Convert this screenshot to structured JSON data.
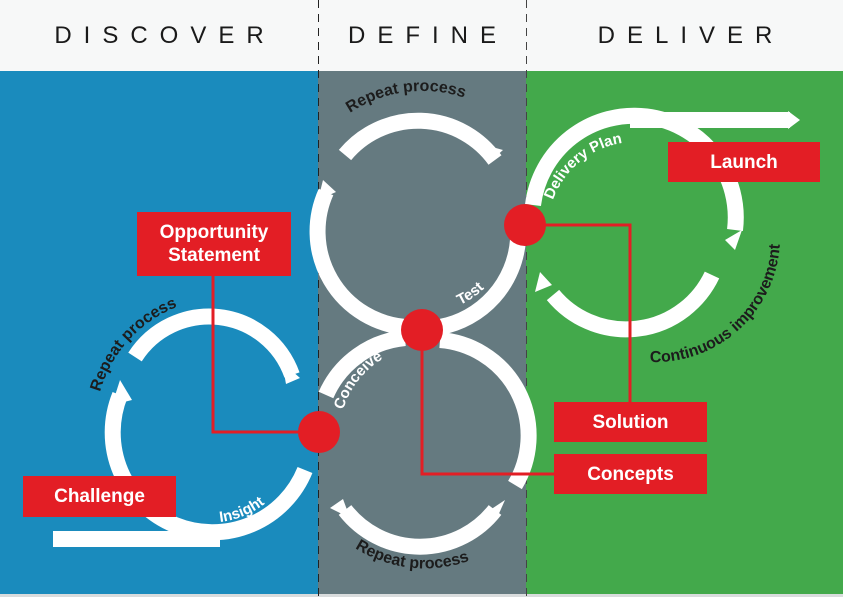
{
  "phases": [
    {
      "title": "DISCOVER",
      "color": "#1a8bbd"
    },
    {
      "title": "DEFINE",
      "color": "#657a80"
    },
    {
      "title": "DELIVER",
      "color": "#43a94b"
    }
  ],
  "boxes": {
    "opportunity_line1": "Opportunity",
    "opportunity_line2": "Statement",
    "challenge": "Challenge",
    "launch": "Launch",
    "solution": "Solution",
    "concepts": "Concepts"
  },
  "loop_labels": {
    "discover_repeat": "Repeat process",
    "define_top_repeat": "Repeat process",
    "define_bottom_repeat": "Repeat process",
    "insight": "Insight",
    "conceive": "Conceive",
    "test": "Test",
    "delivery_plan": "Delivery Plan",
    "continuous_improvement": "Continuous improvement"
  },
  "colors": {
    "accent_red": "#e31e25",
    "loop_white": "#ffffff",
    "header_bg": "#f7f8f8"
  }
}
